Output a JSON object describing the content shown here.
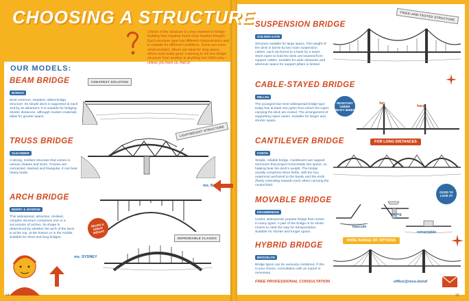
{
  "left_page": {
    "title": "CHOOSING A STRUCTURE",
    "intro": "Choice of the structure is a key moment in bridge-building that requires much clear-headed thought. Each structure type has different characteristics and is suitable for different conditions. Some are more wind-resistant, others are ideal for long spans, others look really good. Learning to tell one bridge structure from another is anything but child's play – unless you have us, that is!",
    "models_label": "OUR MODELS:",
    "page_number": "14",
    "sections": [
      {
        "title": "BEAM BRIDGE",
        "tag": "BONSAI",
        "stamp": "CHEAPEST SOLUTION",
        "text": "Most common, simplest, oldest bridge structure. Its simple deck is supported at each end by an abutment. It is suitable for bridging shorter distances, although modern materials allow for greater spans."
      },
      {
        "title": "TRUSS BRIDGE",
        "tag": "OLEANDER",
        "stamp": "LIGHTWEIGHT STRUCTURE",
        "text": "A strong, resilient structure that comes in various shapes and sizes. Trusses are connected, stacked and triangular. It can bear heavy loads.",
        "signature": "ms. BAUD"
      },
      {
        "title": "ARCH BRIDGE",
        "tag": "BERRY & DIVERSE",
        "stamp": "DEPENDABLE CLASSIC",
        "text": "This widespread, attractive, resilient, complex structure comprises one or a succession of arches. Its shape is determined by whether the arch of the deck is at the top, at the bottom or in the middle. Suitable for short and long bridges.",
        "note": "BEARS A GREAT WEIGHT",
        "signature": "ms. SYDNEY"
      }
    ]
  },
  "right_page": {
    "page_number": "15",
    "stamp_top": "TRIED-AND-TESTED STRUCTURE",
    "sections": [
      {
        "title": "SUSPENSION BRIDGE",
        "tag": "GOLDEN GATE",
        "text": "Structure suitable for large spans. The weight of the deck is borne by two main suspension cables, each anchored to a bank by a tower. Steel ropes to hold the deck are lowered from support cables. Suitable for wide obstacles and wherever space for support pillars is limited."
      },
      {
        "title": "CABLE-STAYED BRIDGE",
        "tag": "MILLAU",
        "text": "The youngest but most widespread bridge type today has at least one pylon from which the ropes carrying the deck are rooted. The arrangement of supporting ropes varies. Suitable for longer and shorter spans.",
        "note": "RESISTANT UNDER HEAVY WINDS",
        "label_a": "fan",
        "label_b": "harp"
      },
      {
        "title": "CANTILEVER BRIDGE",
        "tag": "FORTH",
        "text": "Simple, reliable bridge. Cantilevers are support structures that project horizontally into space, so helping bear the deck's weight. The bridge usually comprises three fields, with the two outermost anchored to the banks and the ends (freely extending towards each other) carrying the central field.",
        "banner": "FOR LONG DISTANCES"
      },
      {
        "title": "MOVABLE BRIDGE",
        "tag": "DRAWBRIDGE",
        "text": "Useful, widespread, popular bridge that comes in many types. A part of the bridge or its whole moves to clear the way for transportation. Suitable for shorter and longer spans.",
        "note": "GOOD TO LOOK AT",
        "label_a": "bascule",
        "label_b": "swing",
        "label_c": "retractable"
      },
      {
        "title": "HYBRID BRIDGE",
        "tag": "BROOKLYN",
        "text": "Bridge types can be variously combined. If this is your choice, consultation with an expert is necessary.",
        "banner": "WIDE RANGE OF OPTIONS"
      }
    ],
    "consultation": "FREE PROFESSIONAL CONSULTATION",
    "email": "office@resu.bond"
  }
}
